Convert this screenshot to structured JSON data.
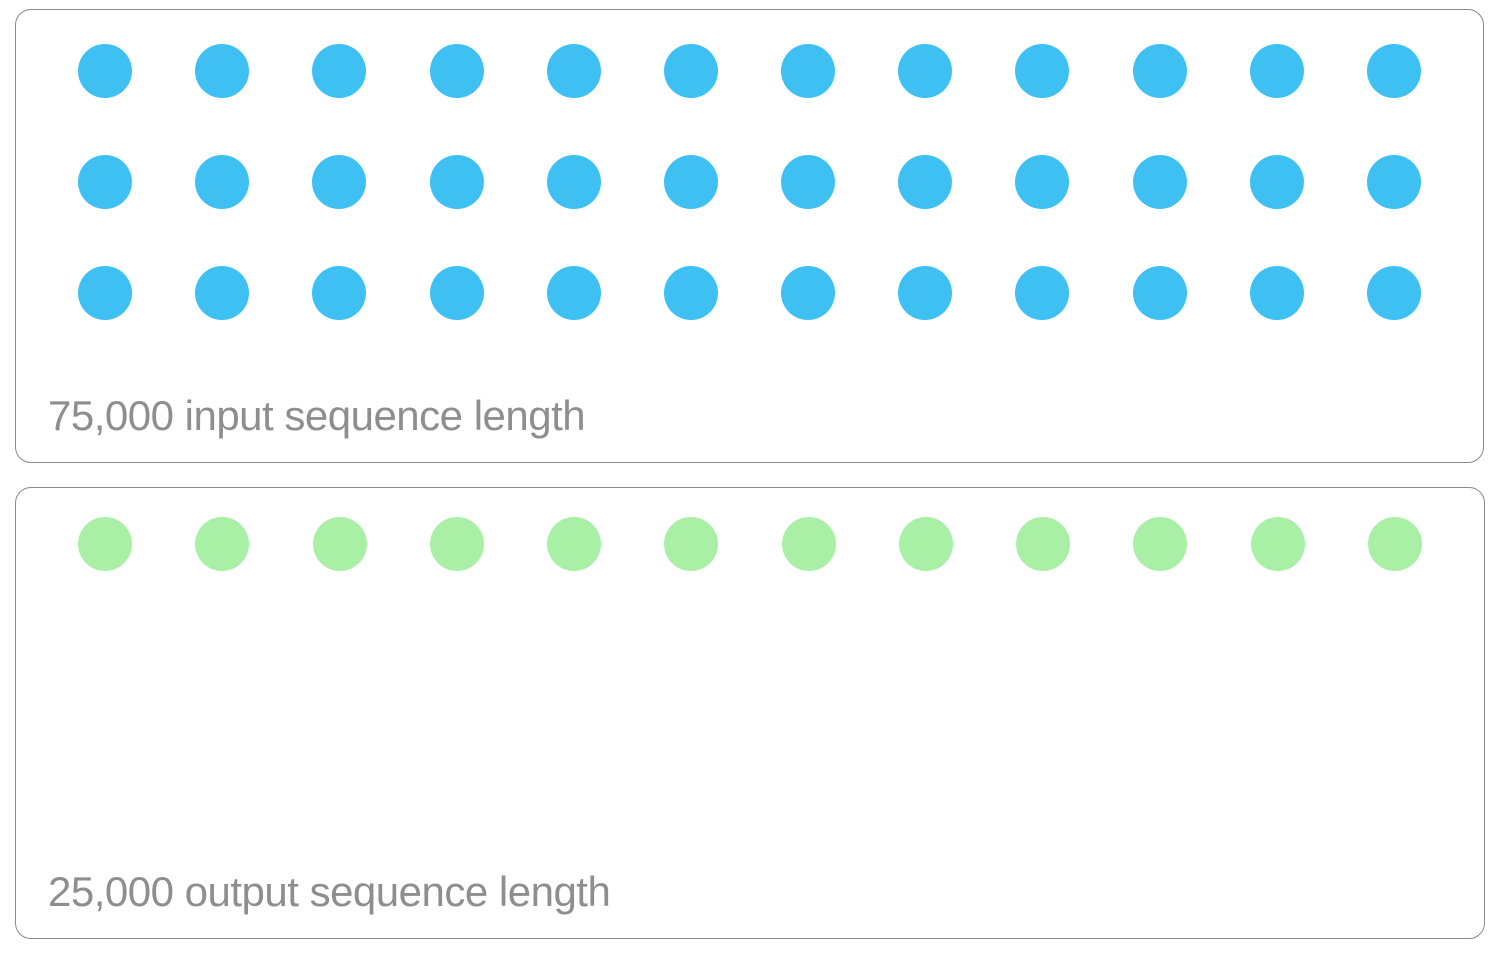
{
  "panels": [
    {
      "id": "input",
      "label": "75,000 input sequence length",
      "value": 75000,
      "dot_rows": 3,
      "dot_cols": 12,
      "dot_count": 36,
      "dot_color": "#3EC1F2"
    },
    {
      "id": "output",
      "label": "25,000 output sequence length",
      "value": 25000,
      "dot_rows": 1,
      "dot_cols": 12,
      "dot_count": 12,
      "dot_color": "#AAEFA6"
    }
  ],
  "colors": {
    "background": "#FFFFFF",
    "panel_border": "#8A8A8A",
    "label_text": "#8E8E8E",
    "input_dot": "#3EC1F2",
    "output_dot": "#AAEFA6"
  },
  "chart_data": {
    "type": "pictogram",
    "series": [
      {
        "name": "input sequence length",
        "label": "75,000 input sequence length",
        "value": 75000,
        "dots": 36,
        "rows": 3,
        "cols": 12,
        "color": "#3EC1F2"
      },
      {
        "name": "output sequence length",
        "label": "25,000 output sequence length",
        "value": 25000,
        "dots": 12,
        "rows": 1,
        "cols": 12,
        "color": "#AAEFA6"
      }
    ],
    "layout": {
      "dots_per_row": 12,
      "panels": 2,
      "legend": "none",
      "grid": false,
      "label_position": "bottom-left of each panel"
    }
  }
}
